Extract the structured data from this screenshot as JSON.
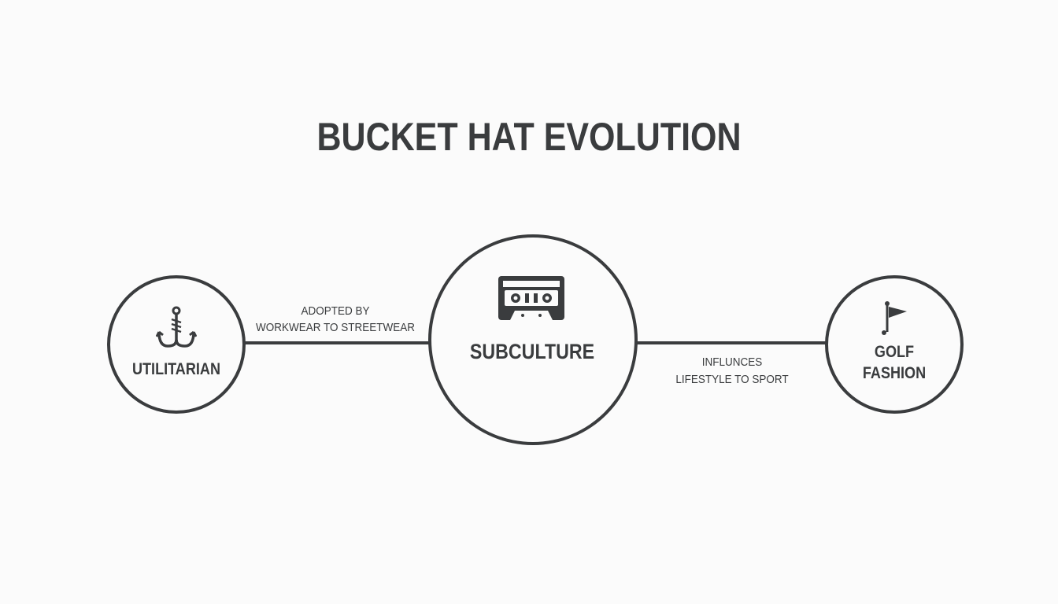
{
  "title": "BUCKET HAT EVOLUTION",
  "colors": {
    "stroke": "#3a3c3e",
    "background": "#fbfbfb"
  },
  "nodes": [
    {
      "label": "UTILITARIAN",
      "icon": "fishing-hook-icon"
    },
    {
      "label": "SUBCULTURE",
      "icon": "cassette-tape-icon"
    },
    {
      "label_line1": "GOLF",
      "label_line2": "FASHION",
      "icon": "golf-flag-icon"
    }
  ],
  "edges": [
    {
      "line1": "ADOPTED BY",
      "line2": "WORKWEAR TO STREETWEAR"
    },
    {
      "line1": "INFLUNCES",
      "line2": "LIFESTYLE TO SPORT"
    }
  ]
}
